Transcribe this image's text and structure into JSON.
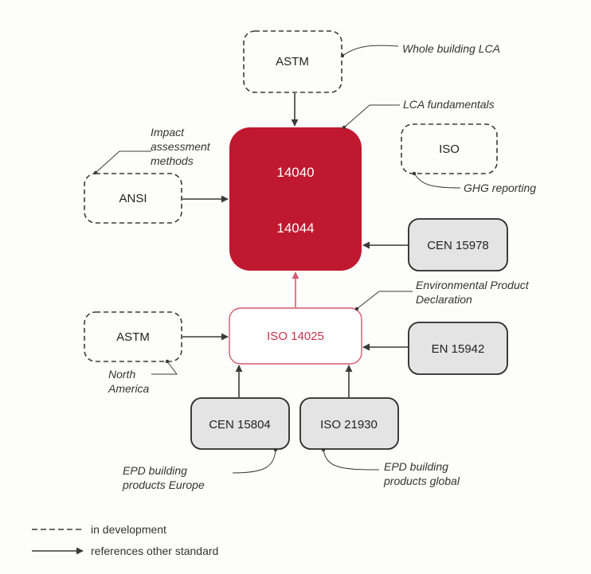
{
  "boxes": {
    "astm_top": "ASTM",
    "iso_right": "ISO",
    "ansi": "ANSI",
    "main_14040": "14040",
    "main_14044": "14044",
    "cen_15978": "CEN 15978",
    "astm_left": "ASTM",
    "iso_14025": "ISO 14025",
    "en_15942": "EN 15942",
    "cen_15804": "CEN 15804",
    "iso_21930": "ISO 21930"
  },
  "annotations": {
    "whole_building": "Whole building LCA",
    "lca_fundamentals": "LCA fundamentals",
    "impact_1": "Impact",
    "impact_2": "assessment",
    "impact_3": "methods",
    "ghg": "GHG reporting",
    "epd_decl_1": "Environmental Product",
    "epd_decl_2": "Declaration",
    "north_1": "North",
    "north_2": "America",
    "epd_eu_1": "EPD building",
    "epd_eu_2": "products Europe",
    "epd_gl_1": "EPD building",
    "epd_gl_2": "products global"
  },
  "legend": {
    "dashed": "in development",
    "arrow": "references other standard"
  },
  "colors": {
    "main_fill": "#c0182e",
    "iso14025_stroke": "#d9596c",
    "grey_fill": "#e4e4e4",
    "line": "#3a3a3a"
  }
}
